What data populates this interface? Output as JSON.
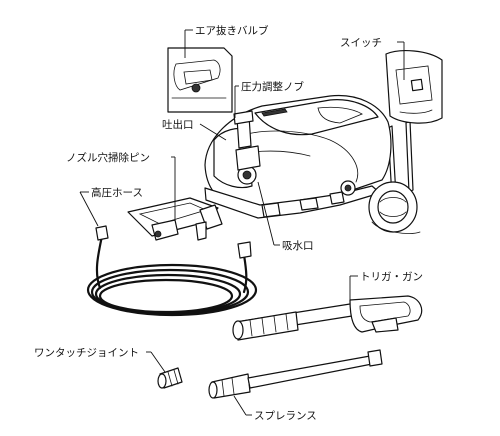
{
  "labels": {
    "air_valve": "エア抜きバルブ",
    "switch": "スイッチ",
    "pressure_knob": "圧力調整ノブ",
    "outlet": "吐出口",
    "nozzle_pin": "ノズル穴掃除ピン",
    "hose": "高圧ホース",
    "inlet": "吸水口",
    "trigger_gun": "トリガ・ガン",
    "coupling": "ワンタッチジョイント",
    "spray_lance": "スプレランス"
  }
}
